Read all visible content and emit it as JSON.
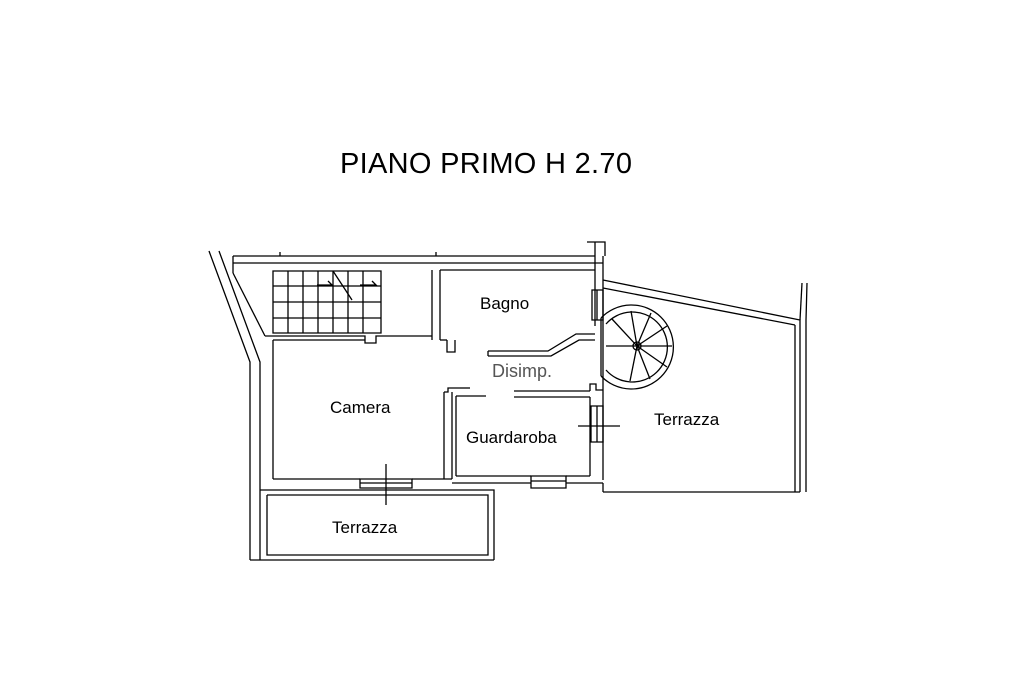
{
  "title": "PIANO PRIMO H 2.70",
  "rooms": {
    "bagno": "Bagno",
    "disimpegno": "Disimp.",
    "camera": "Camera",
    "guardaroba": "Guardaroba",
    "terrazza_right": "Terrazza",
    "terrazza_bottom": "Terrazza"
  },
  "colors": {
    "line": "#000000",
    "background": "#ffffff",
    "secondary_text": "#555555"
  }
}
